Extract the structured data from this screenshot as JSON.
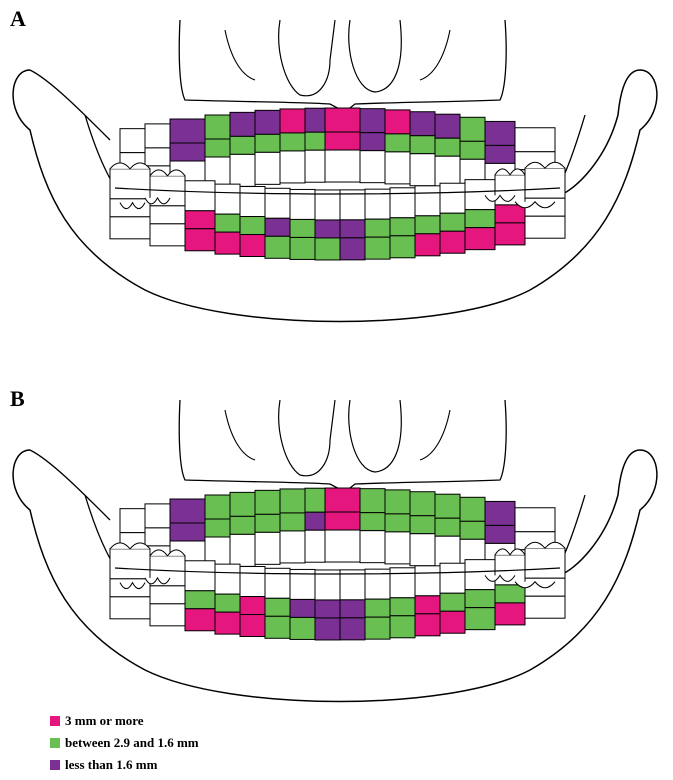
{
  "panels": [
    {
      "label": "A",
      "upper": [
        [
          "#ffffff",
          "#ffffff",
          "#ffffff"
        ],
        [
          "#ffffff",
          "#ffffff",
          "#ffffff"
        ],
        [
          "#7b3194",
          "#7b3194",
          "#ffffff"
        ],
        [
          "#6abf52",
          "#6abf52",
          "#ffffff"
        ],
        [
          "#7b3194",
          "#6abf52",
          "#ffffff"
        ],
        [
          "#7b3194",
          "#6abf52",
          "#ffffff"
        ],
        [
          "#e5177e",
          "#6abf52",
          "#ffffff"
        ],
        [
          "#7b3194",
          "#6abf52",
          "#ffffff"
        ],
        [
          "#e5177e",
          "#e5177e",
          "#ffffff"
        ],
        [
          "#7b3194",
          "#7b3194",
          "#ffffff"
        ],
        [
          "#e5177e",
          "#6abf52",
          "#ffffff"
        ],
        [
          "#7b3194",
          "#6abf52",
          "#ffffff"
        ],
        [
          "#7b3194",
          "#6abf52",
          "#ffffff"
        ],
        [
          "#6abf52",
          "#6abf52",
          "#ffffff"
        ],
        [
          "#7b3194",
          "#7b3194",
          "#ffffff"
        ],
        [
          "#ffffff",
          "#ffffff",
          "#ffffff"
        ]
      ],
      "lower": [
        [
          "#ffffff",
          "#ffffff",
          "#ffffff"
        ],
        [
          "#ffffff",
          "#ffffff",
          "#ffffff"
        ],
        [
          "#ffffff",
          "#e5177e",
          "#e5177e"
        ],
        [
          "#ffffff",
          "#6abf52",
          "#e5177e"
        ],
        [
          "#ffffff",
          "#6abf52",
          "#e5177e"
        ],
        [
          "#ffffff",
          "#7b3194",
          "#6abf52"
        ],
        [
          "#ffffff",
          "#6abf52",
          "#6abf52"
        ],
        [
          "#ffffff",
          "#7b3194",
          "#6abf52"
        ],
        [
          "#ffffff",
          "#7b3194",
          "#7b3194"
        ],
        [
          "#ffffff",
          "#6abf52",
          "#6abf52"
        ],
        [
          "#ffffff",
          "#6abf52",
          "#6abf52"
        ],
        [
          "#ffffff",
          "#6abf52",
          "#e5177e"
        ],
        [
          "#ffffff",
          "#6abf52",
          "#e5177e"
        ],
        [
          "#ffffff",
          "#6abf52",
          "#e5177e"
        ],
        [
          "#ffffff",
          "#e5177e",
          "#e5177e"
        ],
        [
          "#ffffff",
          "#ffffff",
          "#ffffff"
        ]
      ]
    },
    {
      "label": "B",
      "upper": [
        [
          "#ffffff",
          "#ffffff",
          "#ffffff"
        ],
        [
          "#ffffff",
          "#ffffff",
          "#ffffff"
        ],
        [
          "#7b3194",
          "#7b3194",
          "#ffffff"
        ],
        [
          "#6abf52",
          "#6abf52",
          "#ffffff"
        ],
        [
          "#6abf52",
          "#6abf52",
          "#ffffff"
        ],
        [
          "#6abf52",
          "#6abf52",
          "#ffffff"
        ],
        [
          "#6abf52",
          "#6abf52",
          "#ffffff"
        ],
        [
          "#6abf52",
          "#7b3194",
          "#ffffff"
        ],
        [
          "#e5177e",
          "#e5177e",
          "#ffffff"
        ],
        [
          "#6abf52",
          "#6abf52",
          "#ffffff"
        ],
        [
          "#6abf52",
          "#6abf52",
          "#ffffff"
        ],
        [
          "#6abf52",
          "#6abf52",
          "#ffffff"
        ],
        [
          "#6abf52",
          "#6abf52",
          "#ffffff"
        ],
        [
          "#6abf52",
          "#6abf52",
          "#ffffff"
        ],
        [
          "#7b3194",
          "#7b3194",
          "#ffffff"
        ],
        [
          "#ffffff",
          "#ffffff",
          "#ffffff"
        ]
      ],
      "lower": [
        [
          "#ffffff",
          "#ffffff",
          "#ffffff"
        ],
        [
          "#ffffff",
          "#ffffff",
          "#ffffff"
        ],
        [
          "#ffffff",
          "#6abf52",
          "#e5177e"
        ],
        [
          "#ffffff",
          "#6abf52",
          "#e5177e"
        ],
        [
          "#ffffff",
          "#e5177e",
          "#e5177e"
        ],
        [
          "#ffffff",
          "#6abf52",
          "#6abf52"
        ],
        [
          "#ffffff",
          "#7b3194",
          "#6abf52"
        ],
        [
          "#ffffff",
          "#7b3194",
          "#7b3194"
        ],
        [
          "#ffffff",
          "#7b3194",
          "#7b3194"
        ],
        [
          "#ffffff",
          "#6abf52",
          "#6abf52"
        ],
        [
          "#ffffff",
          "#6abf52",
          "#6abf52"
        ],
        [
          "#ffffff",
          "#e5177e",
          "#e5177e"
        ],
        [
          "#ffffff",
          "#6abf52",
          "#e5177e"
        ],
        [
          "#ffffff",
          "#6abf52",
          "#6abf52"
        ],
        [
          "#ffffff",
          "#6abf52",
          "#e5177e"
        ],
        [
          "#ffffff",
          "#ffffff",
          "#ffffff"
        ]
      ]
    }
  ],
  "legend": [
    {
      "label": "3 mm or more",
      "color": "#e5177e"
    },
    {
      "label": "between 2.9 and 1.6 mm",
      "color": "#6abf52"
    },
    {
      "label": "less than 1.6 mm",
      "color": "#7b3194"
    }
  ],
  "outline_color": "#000000"
}
